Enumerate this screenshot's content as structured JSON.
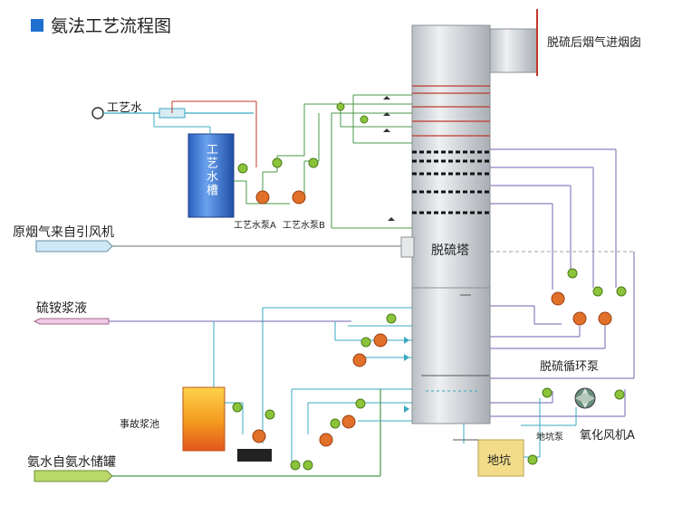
{
  "title": "氨法工艺流程图",
  "labels": {
    "process_water": "工艺水",
    "process_water_tank": "工艺水槽",
    "pump_a": "工艺水泵A",
    "pump_b": "工艺水泵B",
    "raw_flue_gas": "原烟气来自引风机",
    "desulfurization_tower": "脱硫塔",
    "clean_flue_gas": "脱硫后烟气进烟囱",
    "ammonium_sulfate": "硫铵浆液",
    "circulation_pump": "脱硫循环泵",
    "oxidation_fan": "氧化风机A",
    "accident_tank": "事故浆池",
    "ammonia_water": "氨水自氨水储罐",
    "sump": "地坑",
    "sump_pump": "地坑泵"
  },
  "colors": {
    "tower": "#d9dde2",
    "water_tank": "#2f6fd6",
    "accident_tank": "#f0a020",
    "sump": "#f2dc8a",
    "pump": "#e0702a",
    "valve": "#8bc43a",
    "pipe_cyan": "#3aa8c0",
    "pipe_purple": "#8f7fbf",
    "pipe_green": "#4a9a4a",
    "pipe_red": "#c0392b"
  }
}
